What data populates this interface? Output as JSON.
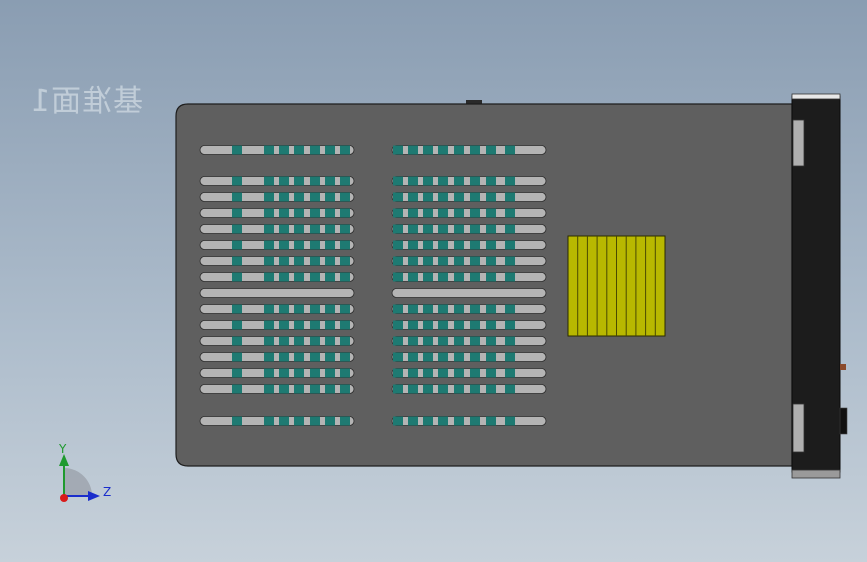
{
  "viewport": {
    "reference_plane_label": "基准面1",
    "axes": {
      "y": "Y",
      "z": "Z"
    }
  },
  "model": {
    "colors": {
      "body": "#5f5f5f",
      "slot": "#b4b4b4",
      "pin": "#1e7a72",
      "label_plate": "#b8b800",
      "end_cap": "#1c1c1c",
      "end_cap_tab": "#b0b0b0"
    },
    "label_plate_stripes": 10
  }
}
